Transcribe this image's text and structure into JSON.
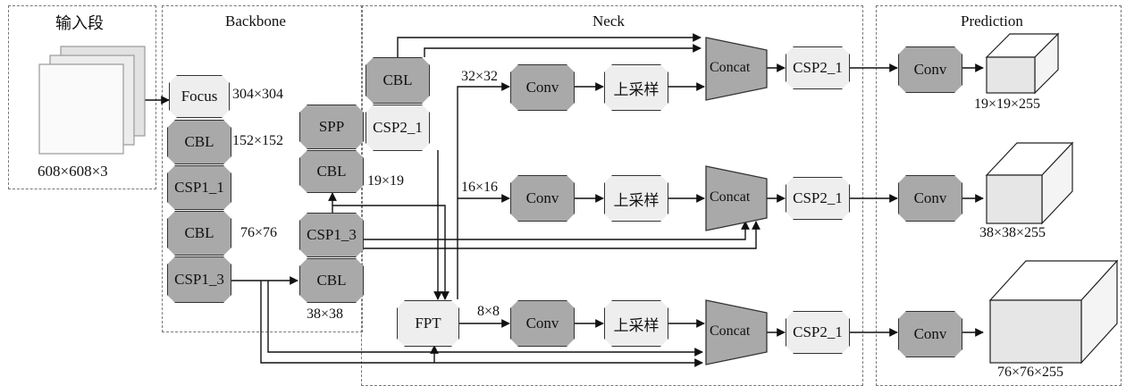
{
  "regions": {
    "input": "输入段",
    "backbone": "Backbone",
    "neck": "Neck",
    "prediction": "Prediction"
  },
  "input": {
    "size_label": "608×608×3"
  },
  "backbone": {
    "focus": "Focus",
    "focus_size": "304×304",
    "cbl1": "CBL",
    "cbl1_size": "152×152",
    "csp1_1": "CSP1_1",
    "cbl2": "CBL",
    "cbl2_size": "76×76",
    "csp1_3a": "CSP1_3",
    "spp": "SPP",
    "cbl3": "CBL",
    "cbl3_size": "19×19",
    "csp1_3b": "CSP1_3",
    "cbl4": "CBL",
    "cbl4_size": "38×38"
  },
  "neck": {
    "cbl_top": "CBL",
    "csp2_1_top": "CSP2_1",
    "fpt": "FPT",
    "rows": [
      {
        "size": "32×32",
        "conv": "Conv",
        "upsample": "上采样",
        "concat": "Concat",
        "csp": "CSP2_1"
      },
      {
        "size": "16×16",
        "conv": "Conv",
        "upsample": "上采样",
        "concat": "Concat",
        "csp": "CSP2_1"
      },
      {
        "size": "8×8",
        "conv": "Conv",
        "upsample": "上采样",
        "concat": "Concat",
        "csp": "CSP2_1"
      }
    ]
  },
  "prediction": {
    "rows": [
      {
        "conv": "Conv",
        "output": "19×19×255"
      },
      {
        "conv": "Conv",
        "output": "38×38×255"
      },
      {
        "conv": "Conv",
        "output": "76×76×255"
      }
    ]
  }
}
